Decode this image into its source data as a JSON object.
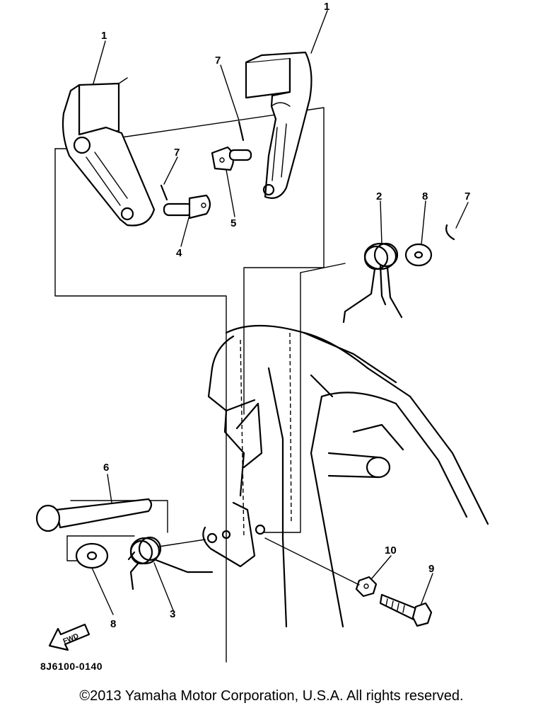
{
  "callouts": {
    "p1_left": "1",
    "p1_right": "1",
    "p2": "2",
    "p3": "3",
    "p4": "4",
    "p5": "5",
    "p6": "6",
    "p7_a": "7",
    "p7_b": "7",
    "p7_c": "7",
    "p8_a": "8",
    "p8_b": "8",
    "p9": "9",
    "p10": "10"
  },
  "fwd_label": "FWD",
  "catalog_code": "8J6100-0140",
  "copyright": "©2013 Yamaha Motor Corporation, U.S.A. All rights reserved."
}
